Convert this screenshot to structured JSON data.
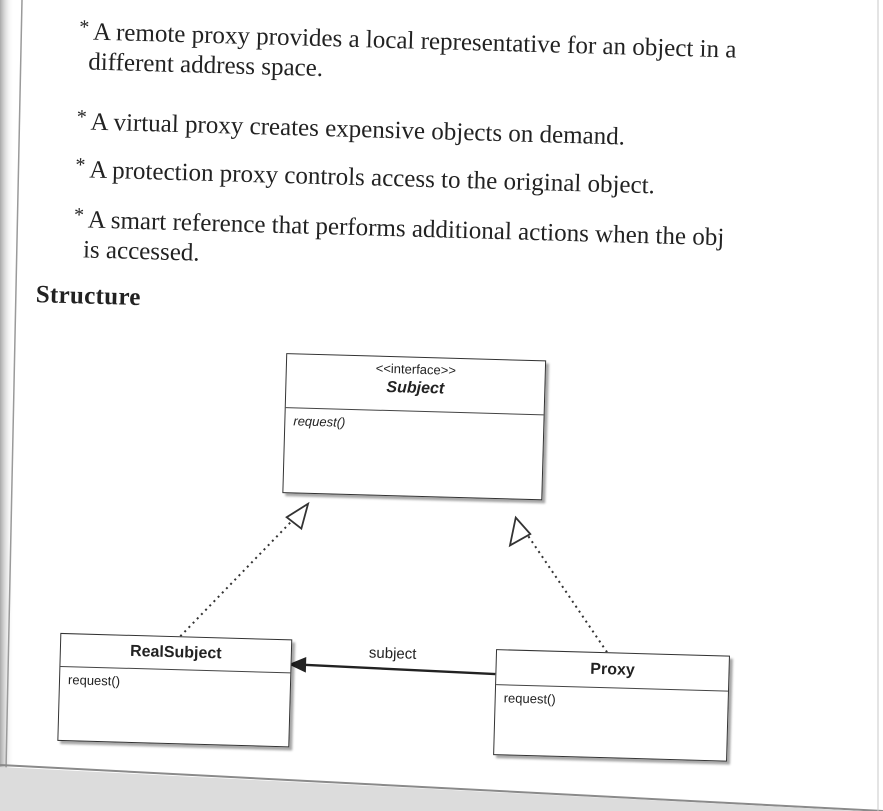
{
  "bullets": [
    {
      "star": "*",
      "line1": "A remote proxy provides a local representative for an object in a",
      "line2": "different address space."
    },
    {
      "star": "*",
      "line1": "A virtual proxy creates expensive objects on demand."
    },
    {
      "star": "*",
      "line1": "A protection proxy controls access to the original object."
    },
    {
      "star": "*",
      "line1": "A smart reference that performs additional actions when the obj",
      "line2": "is accessed."
    }
  ],
  "section_heading": "Structure",
  "diagram": {
    "subject_box": {
      "stereotype": "<<interface>>",
      "name": "Subject",
      "operation": "request()"
    },
    "real_subject_box": {
      "name": "RealSubject",
      "operation": "request()"
    },
    "proxy_box": {
      "name": "Proxy",
      "operation": "request()"
    },
    "association_label": "subject",
    "relations": [
      {
        "from": "RealSubject",
        "to": "Subject",
        "kind": "realization"
      },
      {
        "from": "Proxy",
        "to": "Subject",
        "kind": "realization"
      },
      {
        "from": "Proxy",
        "to": "RealSubject",
        "kind": "association",
        "label": "subject"
      }
    ]
  },
  "colors": {
    "ink": "#222222",
    "page": "#ffffff",
    "shadow": "#bdbdbd"
  }
}
